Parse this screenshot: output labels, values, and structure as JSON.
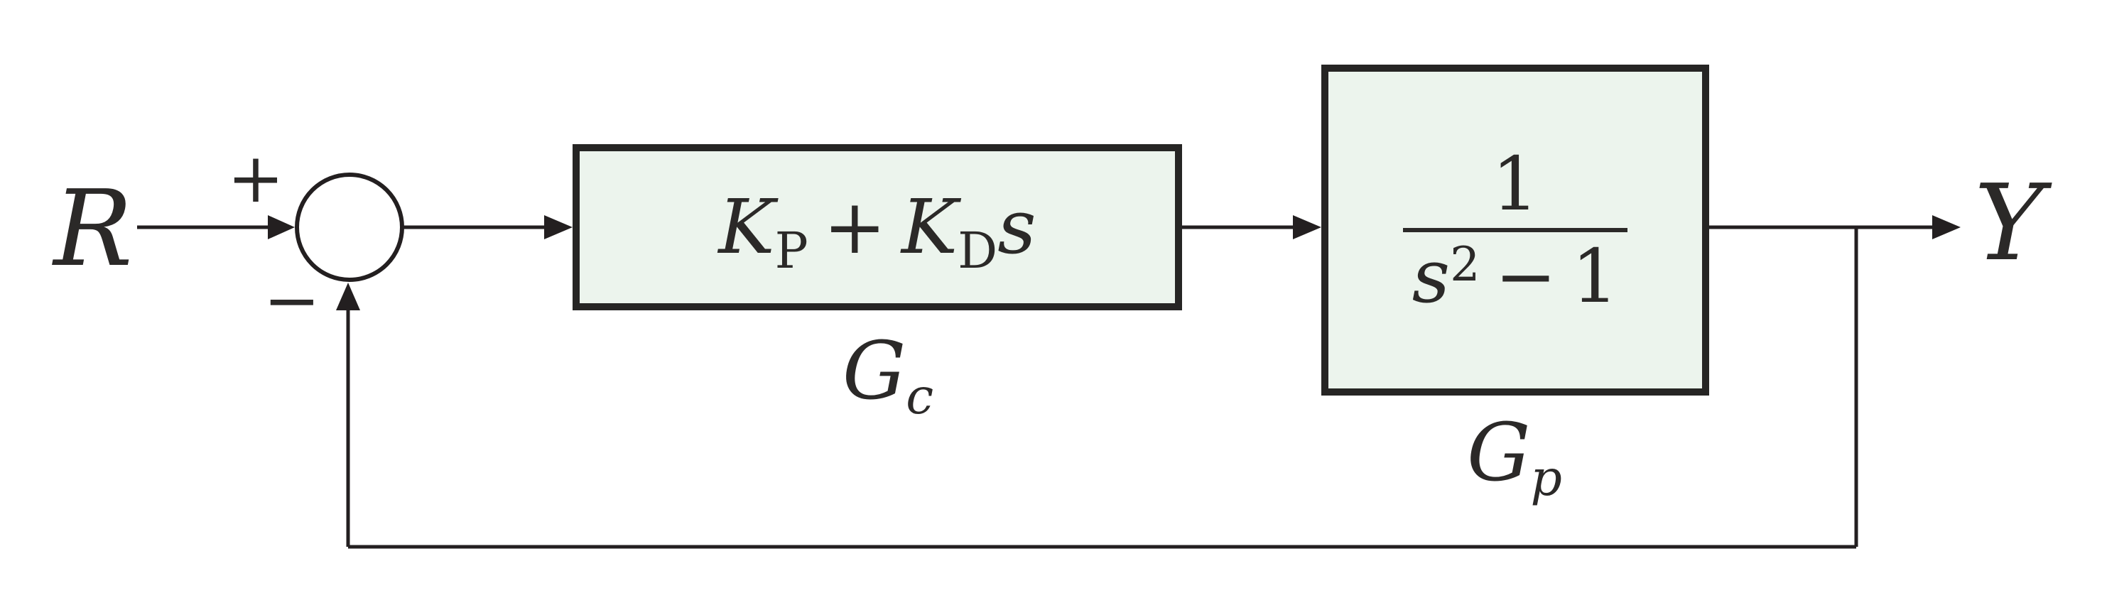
{
  "diagram": {
    "type": "feedback-control-block-diagram",
    "input": {
      "label": "R"
    },
    "output": {
      "label": "Y"
    },
    "summing_junction": {
      "plus_sign": "+",
      "minus_sign": "−"
    },
    "controller": {
      "label": {
        "base": "G",
        "sub": "c"
      },
      "formula": {
        "term1_base": "K",
        "term1_sub": "P",
        "operator": "+",
        "term2_base": "K",
        "term2_sub": "D",
        "term2_var": "s"
      }
    },
    "plant": {
      "label": {
        "base": "G",
        "sub": "p"
      },
      "formula": {
        "numerator": "1",
        "den_var": "s",
        "den_exponent": "2",
        "den_operator": "−",
        "den_constant": "1"
      }
    },
    "colors": {
      "background": "#ffffff",
      "line": "#231f20",
      "block_fill": "#ecf4ed",
      "block_border": "#262524",
      "text": "#2b2928"
    }
  }
}
